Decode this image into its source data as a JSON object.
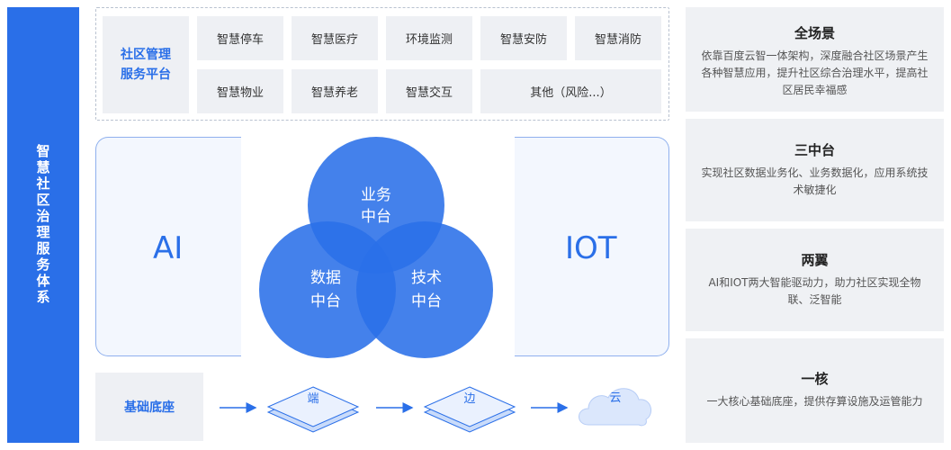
{
  "left_banner": {
    "title": "智慧社区治理服务体系"
  },
  "platform": {
    "line1": "社区管理",
    "line2": "服务平台"
  },
  "scenarios": {
    "row1": [
      "智慧停车",
      "智慧医疗",
      "环境监测",
      "智慧安防",
      "智慧消防"
    ],
    "row2": [
      "智慧物业",
      "智慧养老",
      "智慧交互",
      "其他（风险...）"
    ]
  },
  "wings": {
    "left": "AI",
    "right": "IOT"
  },
  "venn": {
    "top": {
      "line1": "业务",
      "line2": "中台"
    },
    "left": {
      "line1": "数据",
      "line2": "中台"
    },
    "right": {
      "line1": "技术",
      "line2": "中台"
    }
  },
  "base": {
    "label": "基础底座",
    "edge1": "端",
    "edge2": "边",
    "cloud": "云"
  },
  "cards": [
    {
      "title": "全场景",
      "desc": "依靠百度云智一体架构，深度融合社区场景产生各种智慧应用，提升社区综合治理水平，提高社区居民幸福感"
    },
    {
      "title": "三中台",
      "desc": "实现社区数据业务化、业务数据化，应用系统技术敏捷化"
    },
    {
      "title": "两翼",
      "desc": "AI和IOT两大智能驱动力，助力社区实现全物联、泛智能"
    },
    {
      "title": "一核",
      "desc": "一大核心基础底座，提供存算设施及运管能力"
    }
  ],
  "colors": {
    "accent": "#2a6fe8",
    "tile": "#eef0f4",
    "card": "#eff1f4"
  }
}
